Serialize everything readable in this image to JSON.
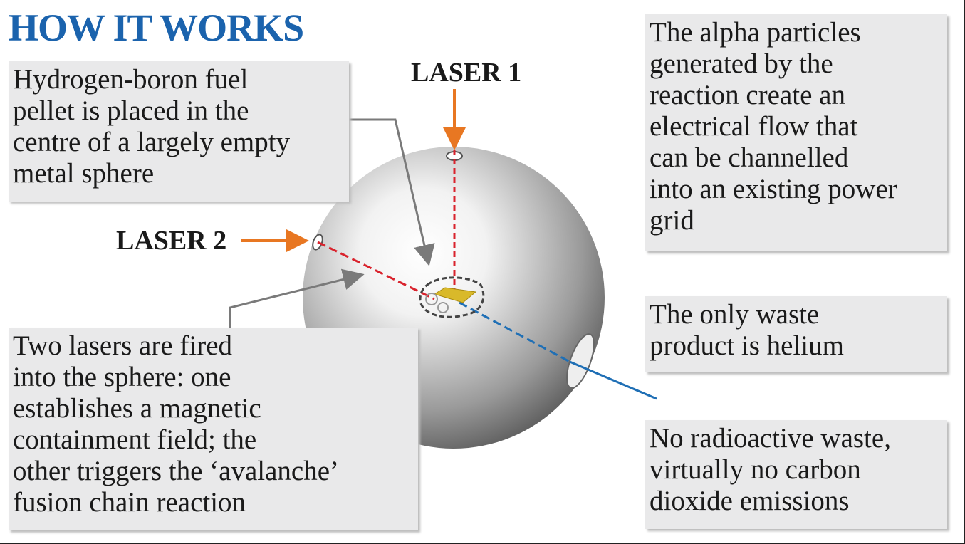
{
  "title": "HOW IT WORKS",
  "lasers": {
    "laser1": "LASER 1",
    "laser2": "LASER 2"
  },
  "boxes": {
    "pellet": [
      "Hydrogen-boron fuel",
      "pellet is placed in the",
      "centre of a largely empty",
      "metal sphere"
    ],
    "lasers": [
      "Two lasers are fired",
      "into the sphere: one",
      "establishes a magnetic",
      "containment field; the",
      "other triggers the ‘avalanche’",
      "fusion chain reaction"
    ],
    "alpha": [
      "The alpha particles",
      "generated by the",
      "reaction create an",
      "electrical flow that",
      "can be channelled",
      "into an existing power",
      "grid"
    ],
    "helium": [
      "The only waste",
      "product is helium"
    ],
    "radioactive": [
      "No radioactive waste,",
      "virtually no carbon",
      "dioxide emissions"
    ]
  },
  "colors": {
    "title": "#1b63ad",
    "laser_arrow": "#e87722",
    "laser_beam": "#d9232d",
    "output_beam": "#1f6fb5",
    "pellet": "#d9b92a"
  }
}
